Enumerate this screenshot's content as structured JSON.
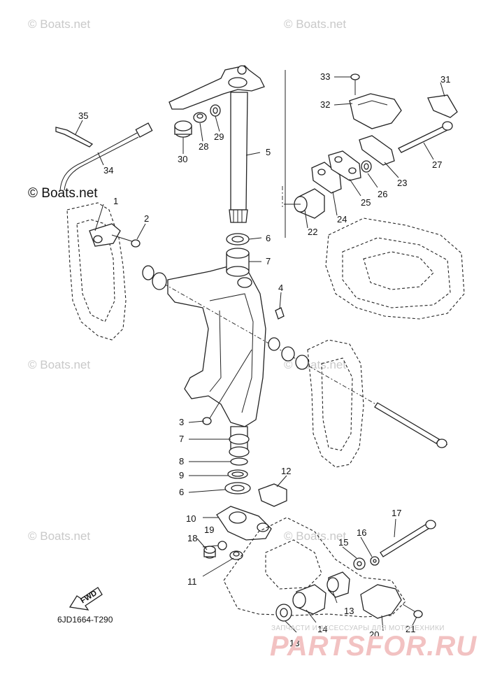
{
  "watermarks": {
    "tl": "© Boats.net",
    "tr": "© Boats.net",
    "main": "© Boats.net",
    "ml": "© Boats.net",
    "mr": "© Boats.net",
    "bl": "© Boats.net",
    "br": "© Boats.net"
  },
  "diagram_code": "6JD1664-T290",
  "fwd_label": "FWD",
  "site_tagline": "ЗАПЧАСТИ И АКСЕССУАРЫ ДЛЯ МОТОТЕХНИКИ",
  "site_logo": "PARTSFOR.RU",
  "part_labels": {
    "p1": "1",
    "p2": "2",
    "p3": "3",
    "p4": "4",
    "p5": "5",
    "p6a": "6",
    "p6b": "6",
    "p7a": "7",
    "p7b": "7",
    "p8": "8",
    "p9": "9",
    "p10": "10",
    "p11": "11",
    "p12": "12",
    "p13a": "13",
    "p13b": "13",
    "p14": "14",
    "p15": "15",
    "p16": "16",
    "p17": "17",
    "p18": "18",
    "p19": "19",
    "p20": "20",
    "p21": "21",
    "p22": "22",
    "p23": "23",
    "p24": "24",
    "p25": "25",
    "p26": "26",
    "p27": "27",
    "p28": "28",
    "p29": "29",
    "p30": "30",
    "p31": "31",
    "p32": "32",
    "p33": "33",
    "p34": "34",
    "p35": "35"
  },
  "colors": {
    "line": "#222222",
    "watermark": "#c9c9c9",
    "logo": "#f2c2c2"
  }
}
